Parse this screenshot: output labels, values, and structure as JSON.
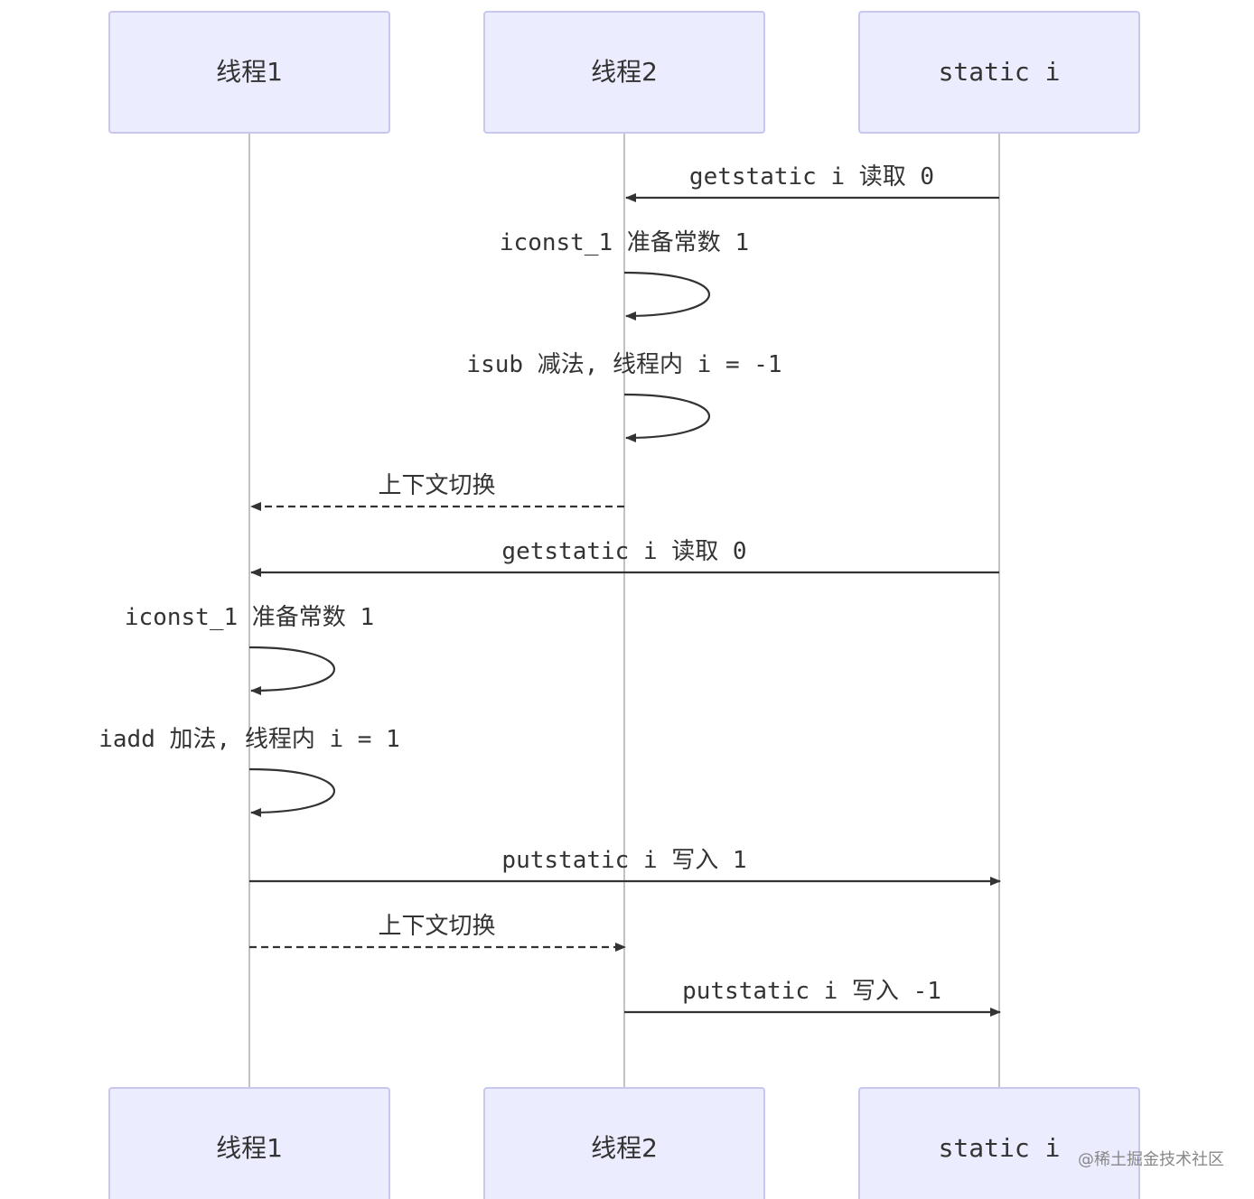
{
  "participants": [
    {
      "id": "t1",
      "label": "线程1"
    },
    {
      "id": "t2",
      "label": "线程2"
    },
    {
      "id": "si",
      "label": "static i"
    }
  ],
  "messages": [
    {
      "from": "si",
      "to": "t2",
      "text": "getstatic i 读取 0",
      "style": "solid"
    },
    {
      "from": "t2",
      "to": "t2",
      "text": "iconst_1 准备常数 1",
      "style": "solid"
    },
    {
      "from": "t2",
      "to": "t2",
      "text": "isub 减法, 线程内 i = -1",
      "style": "solid"
    },
    {
      "from": "t2",
      "to": "t1",
      "text": "上下文切换",
      "style": "dashed"
    },
    {
      "from": "si",
      "to": "t1",
      "text": "getstatic i 读取 0",
      "style": "solid"
    },
    {
      "from": "t1",
      "to": "t1",
      "text": "iconst_1 准备常数 1",
      "style": "solid"
    },
    {
      "from": "t1",
      "to": "t1",
      "text": "iadd 加法, 线程内 i = 1",
      "style": "solid"
    },
    {
      "from": "t1",
      "to": "si",
      "text": "putstatic i 写入 1",
      "style": "solid"
    },
    {
      "from": "t1",
      "to": "t2",
      "text": "上下文切换",
      "style": "dashed"
    },
    {
      "from": "t2",
      "to": "si",
      "text": "putstatic i 写入 -1",
      "style": "solid"
    }
  ],
  "watermark": "@稀土掘金技术社区",
  "colors": {
    "box_fill": "#ececff",
    "box_stroke": "#c7c7ef",
    "line": "#333333",
    "lifeline": "#999999"
  }
}
